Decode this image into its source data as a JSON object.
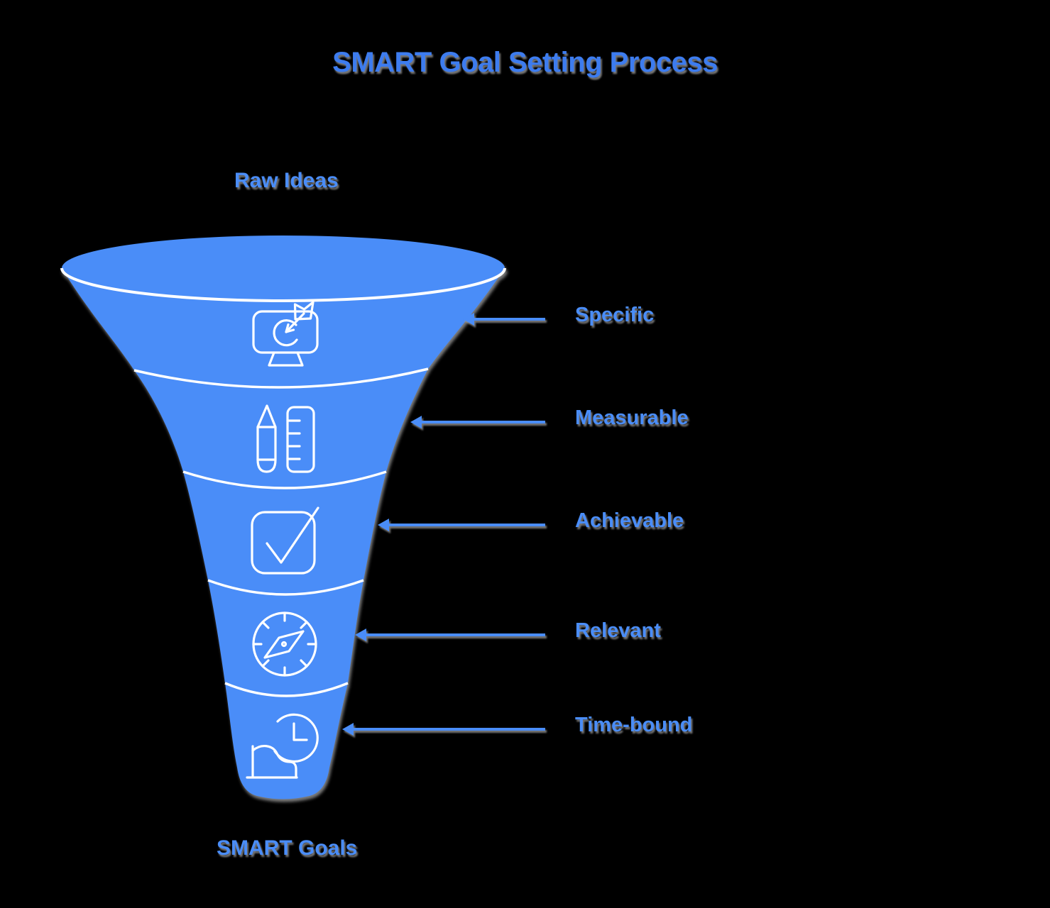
{
  "title": "SMART Goal Setting Process",
  "diagram": {
    "type": "funnel",
    "input_label": "Raw Ideas",
    "output_label": "SMART Goals",
    "stages": [
      {
        "label": "Specific",
        "icon": "target-monitor-icon"
      },
      {
        "label": "Measurable",
        "icon": "pencil-ruler-icon"
      },
      {
        "label": "Achievable",
        "icon": "checkmark-box-icon"
      },
      {
        "label": "Relevant",
        "icon": "compass-icon"
      },
      {
        "label": "Time-bound",
        "icon": "clock-deadline-icon"
      }
    ]
  },
  "colors": {
    "background": "#000000",
    "funnel_fill": "#4A8DF8",
    "outline_white": "#FFFFFF",
    "title_text": "#3D7CEF",
    "label_text": "#4A8DF8",
    "arrow": "#4A8DF8"
  }
}
